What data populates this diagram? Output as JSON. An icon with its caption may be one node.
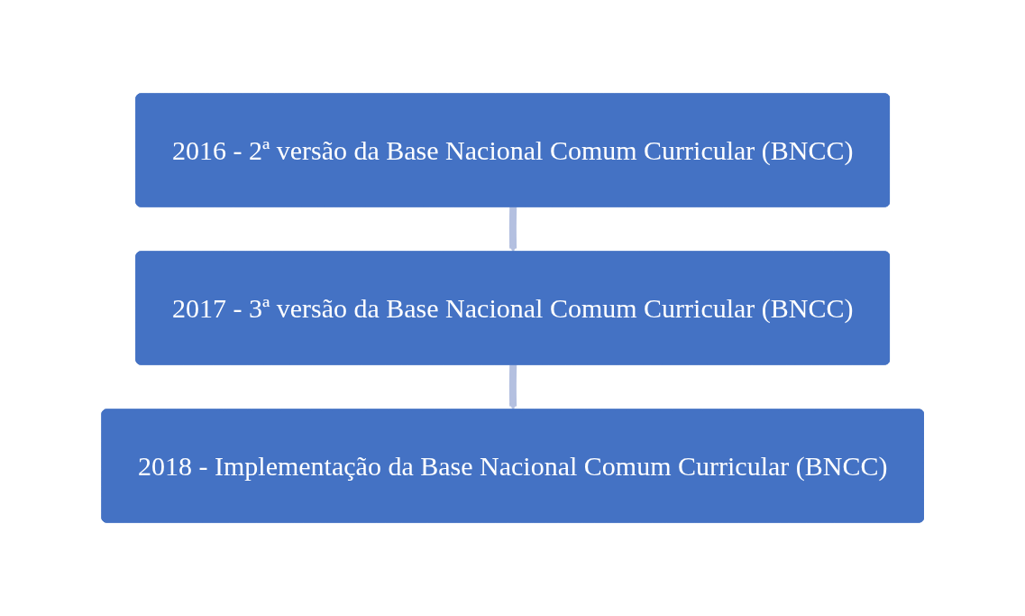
{
  "diagram": {
    "nodes": [
      {
        "text": [
          "2016 - 2ª versão da Base Nacional Comum Curricular (BNCC)"
        ]
      },
      {
        "text": [
          "2017 - 3ª versão da Base Nacional Comum Curricular (BNCC)"
        ]
      },
      {
        "text": [
          "2018 - Implementação da Base Nacional Comum Curricular (BNCC)"
        ]
      }
    ],
    "edges": [
      {
        "from": 0,
        "to": 1,
        "arrow": "to"
      },
      {
        "from": 1,
        "to": 2,
        "arrow": "to"
      }
    ]
  }
}
